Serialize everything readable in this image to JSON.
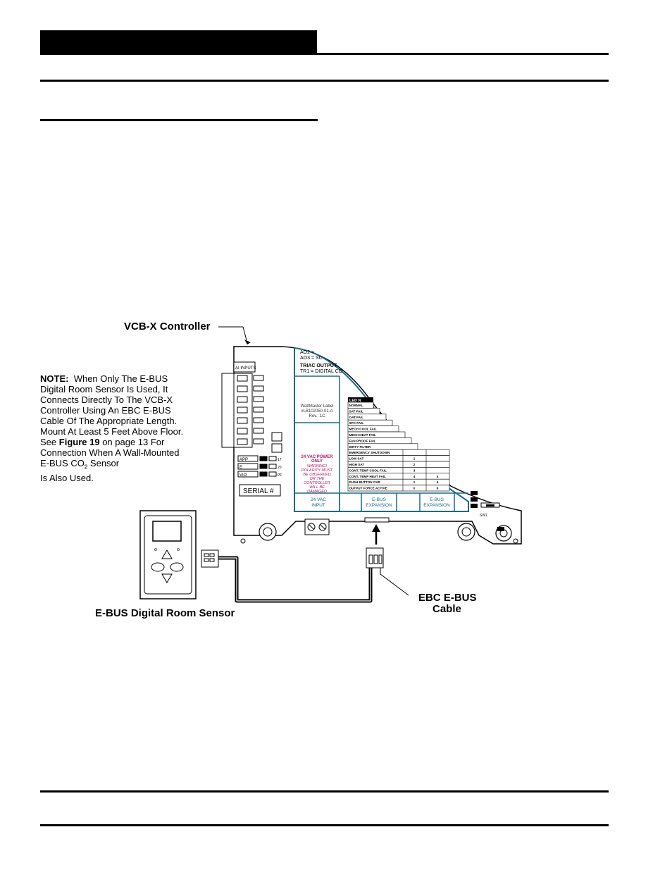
{
  "labels": {
    "controller": "VCB-X Controller",
    "sensor": "E-BUS Digital Room Sensor",
    "cable_line1": "EBC E-BUS",
    "cable_line2": "Cable"
  },
  "note": {
    "lead": "NOTE:",
    "line1": "When Only The E-BUS",
    "line2": "Digital Room Sensor Is Used, It",
    "line3": "Connects Directly To The VCB-X",
    "line4": "Controller Using An EBC E-BUS",
    "line5": "Cable Of The Appropriate Length.",
    "line6": "Mount At Least 5 Feet Above Floor.",
    "line7_a": "See",
    "line7_b": "Figure 19",
    "line7_c": "on page 13 For",
    "line8": "Connection When A Wall-Mounted",
    "line9_a": "E-BUS CO",
    "line9_sub": "2",
    "line9_b": "Sensor",
    "line10": "Is Also Used."
  },
  "board": {
    "ao_line1": "AO2 =",
    "ao_line2": "AO3 = SC",
    "triac_title": "TRIAC OUTPUT",
    "triac_line": "TR1 = DIGITAL CO",
    "inputs_label": "AI INPUTS",
    "wattmaster_label": [
      "WattMaster Label",
      "#LB102050-01-A",
      "Rev.: 1C"
    ],
    "power_title": [
      "24 VAC POWER",
      "ONLY"
    ],
    "power_warning": [
      "WARNING!",
      "POLARITY MUST",
      "BE OBSERVED",
      "OR THE",
      "CONTROLLER",
      "WILL BE",
      "DAMAGED"
    ],
    "serial": "SERIAL #",
    "led_header": "LED N",
    "led_rows": [
      {
        "name": "NORMAL",
        "c1": "",
        "c2": ""
      },
      {
        "name": "SAT FAIL",
        "c1": "",
        "c2": ""
      },
      {
        "name": "OAT FAIL",
        "c1": "",
        "c2": ""
      },
      {
        "name": "SPC FAIL",
        "c1": "",
        "c2": ""
      },
      {
        "name": "MECH COOL FAIL",
        "c1": "",
        "c2": ""
      },
      {
        "name": "MECH HEAT FAIL",
        "c1": "",
        "c2": ""
      },
      {
        "name": "FAN PROOF FAIL",
        "c1": "",
        "c2": ""
      },
      {
        "name": "DIRTY FILTER",
        "c1": "",
        "c2": ""
      },
      {
        "name": "EMERGENCY SHUTDOWN",
        "c1": "",
        "c2": ""
      },
      {
        "name": "LOW SAT",
        "c1": "1",
        "c2": ""
      },
      {
        "name": "HIGH SAT",
        "c1": "2",
        "c2": ""
      },
      {
        "name": "CONT. TEMP COOL FAIL",
        "c1": "3",
        "c2": ""
      },
      {
        "name": "CONT. TEMP HEAT FAIL",
        "c1": "4",
        "c2": "4"
      },
      {
        "name": "PUSH BUTTON OVR",
        "c1": "1",
        "c2": "5"
      },
      {
        "name": "OUTPUT FORCE ACTIVE",
        "c1": "0",
        "c2": "6"
      }
    ],
    "bottom_24vac": [
      "24 VAC",
      "INPUT"
    ],
    "bottom_ebus1": [
      "E-BUS",
      "EXPANSION"
    ],
    "bottom_ebus2": [
      "E-BUS",
      "EXPANSION"
    ],
    "side_labels": [
      "APP",
      "E",
      "VIO"
    ],
    "side_marks": [
      "17",
      "20",
      "PF"
    ],
    "sw_label": "SW1"
  },
  "sensor": {
    "left_button": "",
    "right_button": "",
    "small_left": "",
    "small_right": ""
  }
}
